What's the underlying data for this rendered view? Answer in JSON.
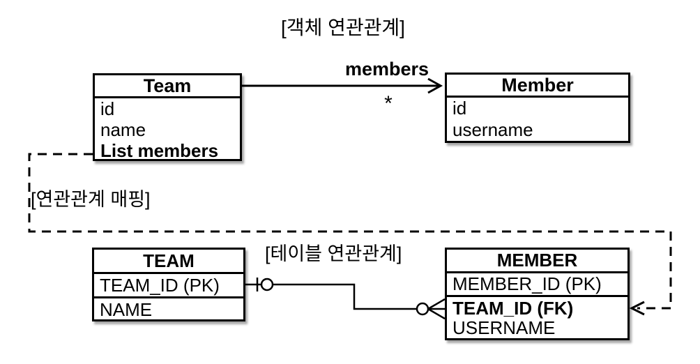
{
  "titles": {
    "object_association": "[객체 연관관계]",
    "association_mapping": "[연관관계 매핑]",
    "table_association": "[테이블 연관관계]"
  },
  "object_diagram": {
    "team": {
      "title": "Team",
      "fields": [
        "id",
        "name",
        "List members"
      ]
    },
    "member": {
      "title": "Member",
      "fields": [
        "id",
        "username"
      ]
    },
    "association": {
      "label": "members",
      "multiplicity": "*"
    }
  },
  "table_diagram": {
    "team": {
      "title": "TEAM",
      "rows": [
        "TEAM_ID (PK)",
        "NAME"
      ]
    },
    "member": {
      "title": "MEMBER",
      "rows": [
        "MEMBER_ID (PK)",
        "TEAM_ID (FK)",
        "USERNAME"
      ]
    }
  },
  "colors": {
    "line": "#000000",
    "box_background": "#ffffff",
    "page_background": "#ffffff"
  }
}
